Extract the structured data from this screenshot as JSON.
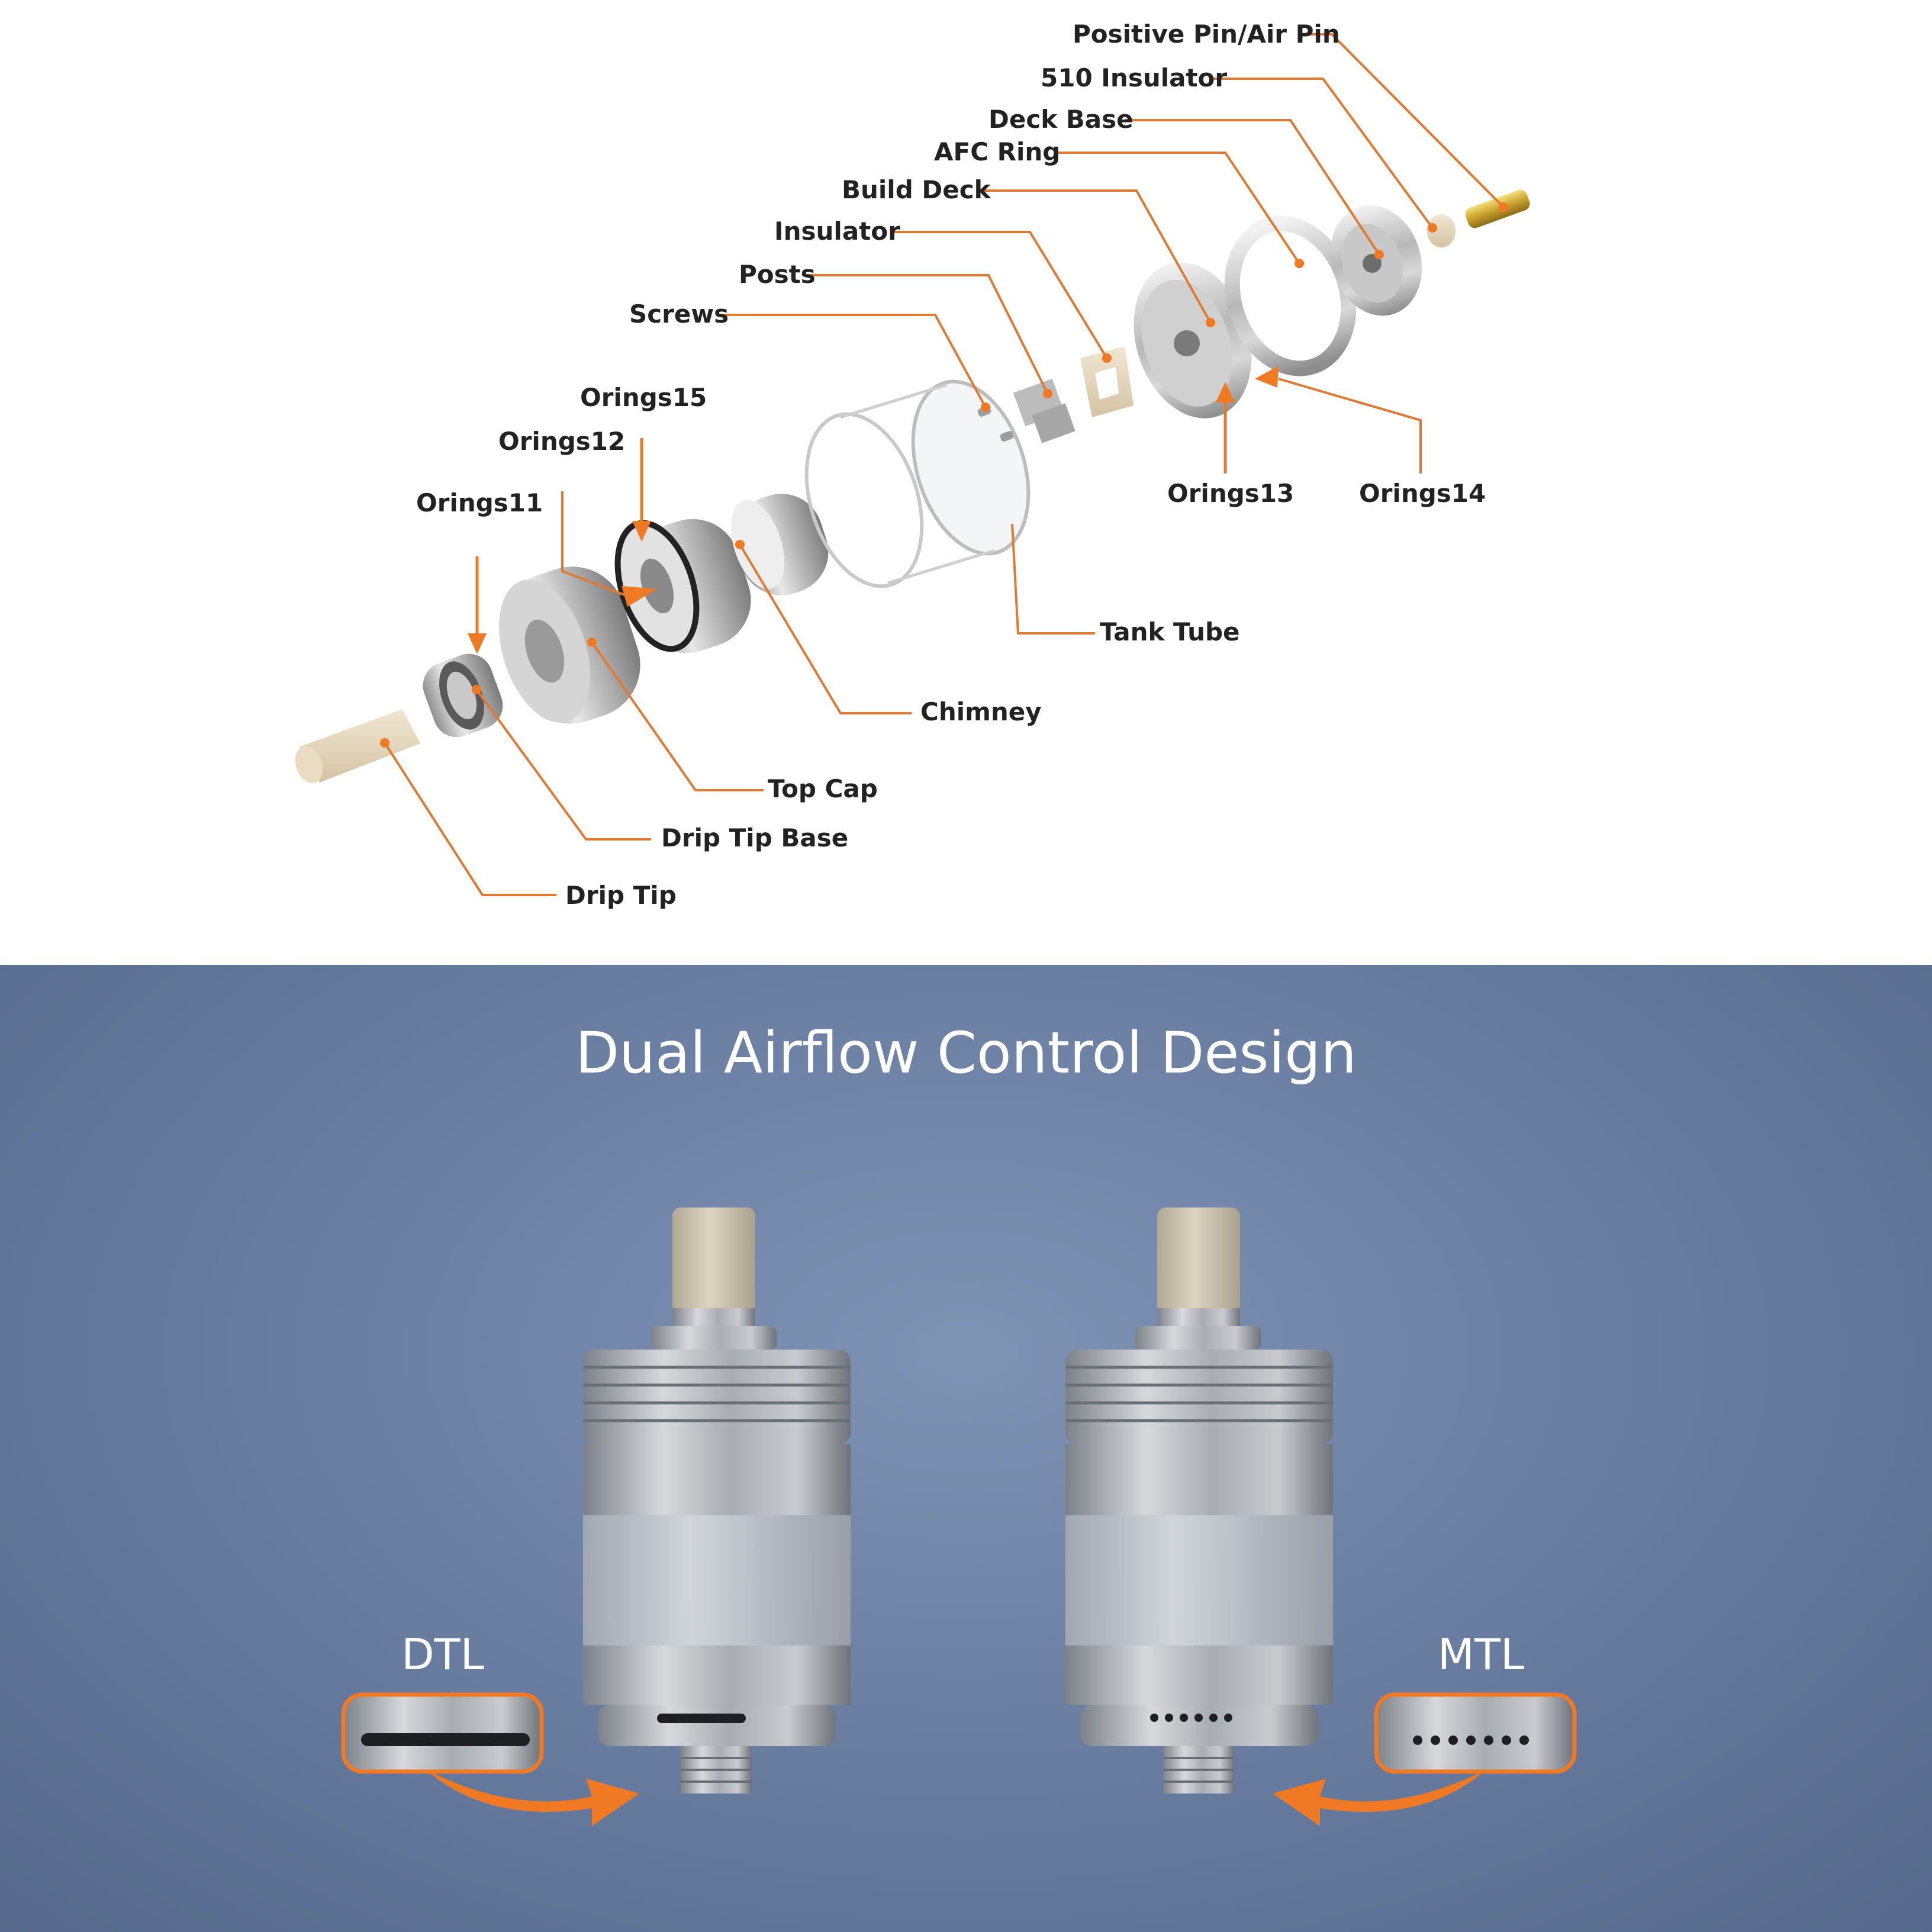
{
  "colors": {
    "accent": "#f07a24",
    "lead_line": "#e07a33",
    "bottom_bg": "#6a7fa2",
    "label_text": "#222222"
  },
  "exploded_view": {
    "labels": {
      "positive_pin": "Positive Pin/Air Pin",
      "insulator_510": "510 Insulator",
      "deck_base": "Deck Base",
      "afc_ring": "AFC Ring",
      "build_deck": "Build Deck",
      "insulator": "Insulator",
      "posts": "Posts",
      "screws": "Screws",
      "orings15": "Orings15",
      "orings12": "Orings12",
      "orings11": "Orings11",
      "orings13": "Orings13",
      "orings14": "Orings14",
      "tank_tube": "Tank Tube",
      "chimney": "Chimney",
      "top_cap": "Top Cap",
      "drip_tip_base": "Drip Tip Base",
      "drip_tip": "Drip Tip"
    }
  },
  "airflow": {
    "title": "Dual Airflow Control Design",
    "left_mode": "DTL",
    "right_mode": "MTL"
  }
}
